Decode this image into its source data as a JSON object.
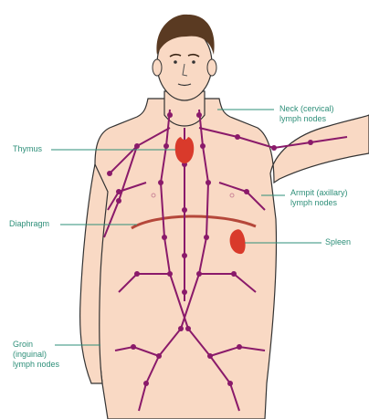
{
  "labels": {
    "neck": "Neck (cervical)\nlymph nodes",
    "thymus": "Thymus",
    "armpit": "Armpit (axillary)\nlymph nodes",
    "diaphragm": "Diaphragm",
    "spleen": "Spleen",
    "groin": "Groin\n(inguinal)\nlymph nodes"
  },
  "colors": {
    "skin": "#f9d9c4",
    "skin_outline": "#333333",
    "hair": "#5a3a22",
    "lymph_vessel": "#8a1a6a",
    "organ": "#d93a2b",
    "diaphragm": "#b5473a",
    "label_text": "#2e8f79",
    "leader_line": "#2e8f79"
  }
}
